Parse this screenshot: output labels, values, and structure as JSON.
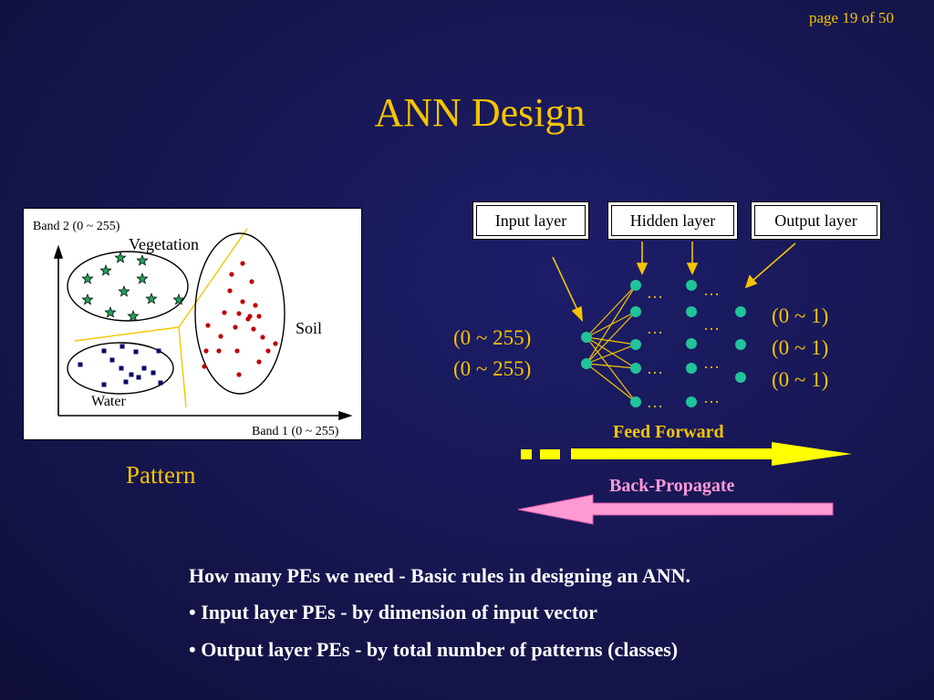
{
  "page_number": "page 19 of 50",
  "title": "ANN Design",
  "pattern_plot": {
    "y_axis_label": "Band 2 (0 ~ 255)",
    "x_axis_label": "Band 1 (0 ~ 255)",
    "classes": [
      "Vegetation",
      "Soil",
      "Water"
    ],
    "caption": "Pattern"
  },
  "network": {
    "input_layer_label": "Input layer",
    "hidden_layer_label": "Hidden layer",
    "output_layer_label": "Output layer",
    "input_ranges": [
      "(0 ~ 255)",
      "(0 ~ 255)"
    ],
    "output_ranges": [
      "(0 ~ 1)",
      "(0 ~ 1)",
      "(0 ~ 1)"
    ],
    "ellipsis": "…",
    "node_color": "#21c39a"
  },
  "arrows": {
    "feed_forward_label": "Feed Forward",
    "back_propagate_label": "Back-Propagate",
    "feed_forward_color": "#ffff00",
    "back_propagate_color": "#ff9ad5"
  },
  "rules": [
    "How many PEs we need - Basic rules in designing an ANN.",
    "•  Input layer PEs - by dimension of input vector",
    "• Output layer PEs -  by total number of patterns (classes)"
  ]
}
